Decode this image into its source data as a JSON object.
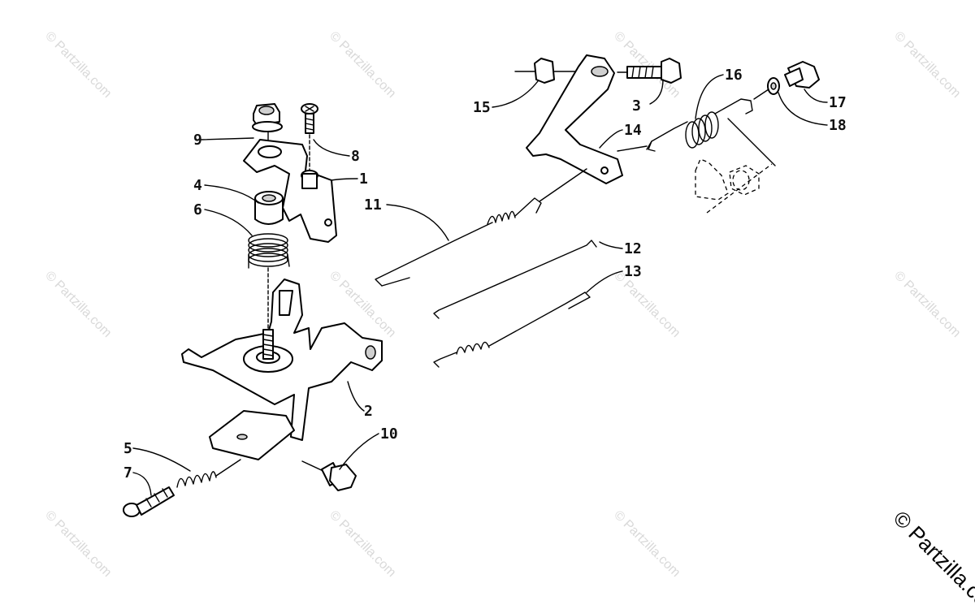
{
  "diagram": {
    "callouts": [
      {
        "id": "1",
        "label": "1"
      },
      {
        "id": "2",
        "label": "2"
      },
      {
        "id": "3",
        "label": "3"
      },
      {
        "id": "4",
        "label": "4"
      },
      {
        "id": "5",
        "label": "5"
      },
      {
        "id": "6",
        "label": "6"
      },
      {
        "id": "7",
        "label": "7"
      },
      {
        "id": "8",
        "label": "8"
      },
      {
        "id": "9",
        "label": "9"
      },
      {
        "id": "10",
        "label": "10"
      },
      {
        "id": "11",
        "label": "11"
      },
      {
        "id": "12",
        "label": "12"
      },
      {
        "id": "13",
        "label": "13"
      },
      {
        "id": "14",
        "label": "14"
      },
      {
        "id": "15",
        "label": "15"
      },
      {
        "id": "16",
        "label": "16"
      },
      {
        "id": "17",
        "label": "17"
      },
      {
        "id": "18",
        "label": "18"
      }
    ]
  },
  "watermark": {
    "text": "© Partzilla.com",
    "main_text": "© Partzilla.com"
  }
}
